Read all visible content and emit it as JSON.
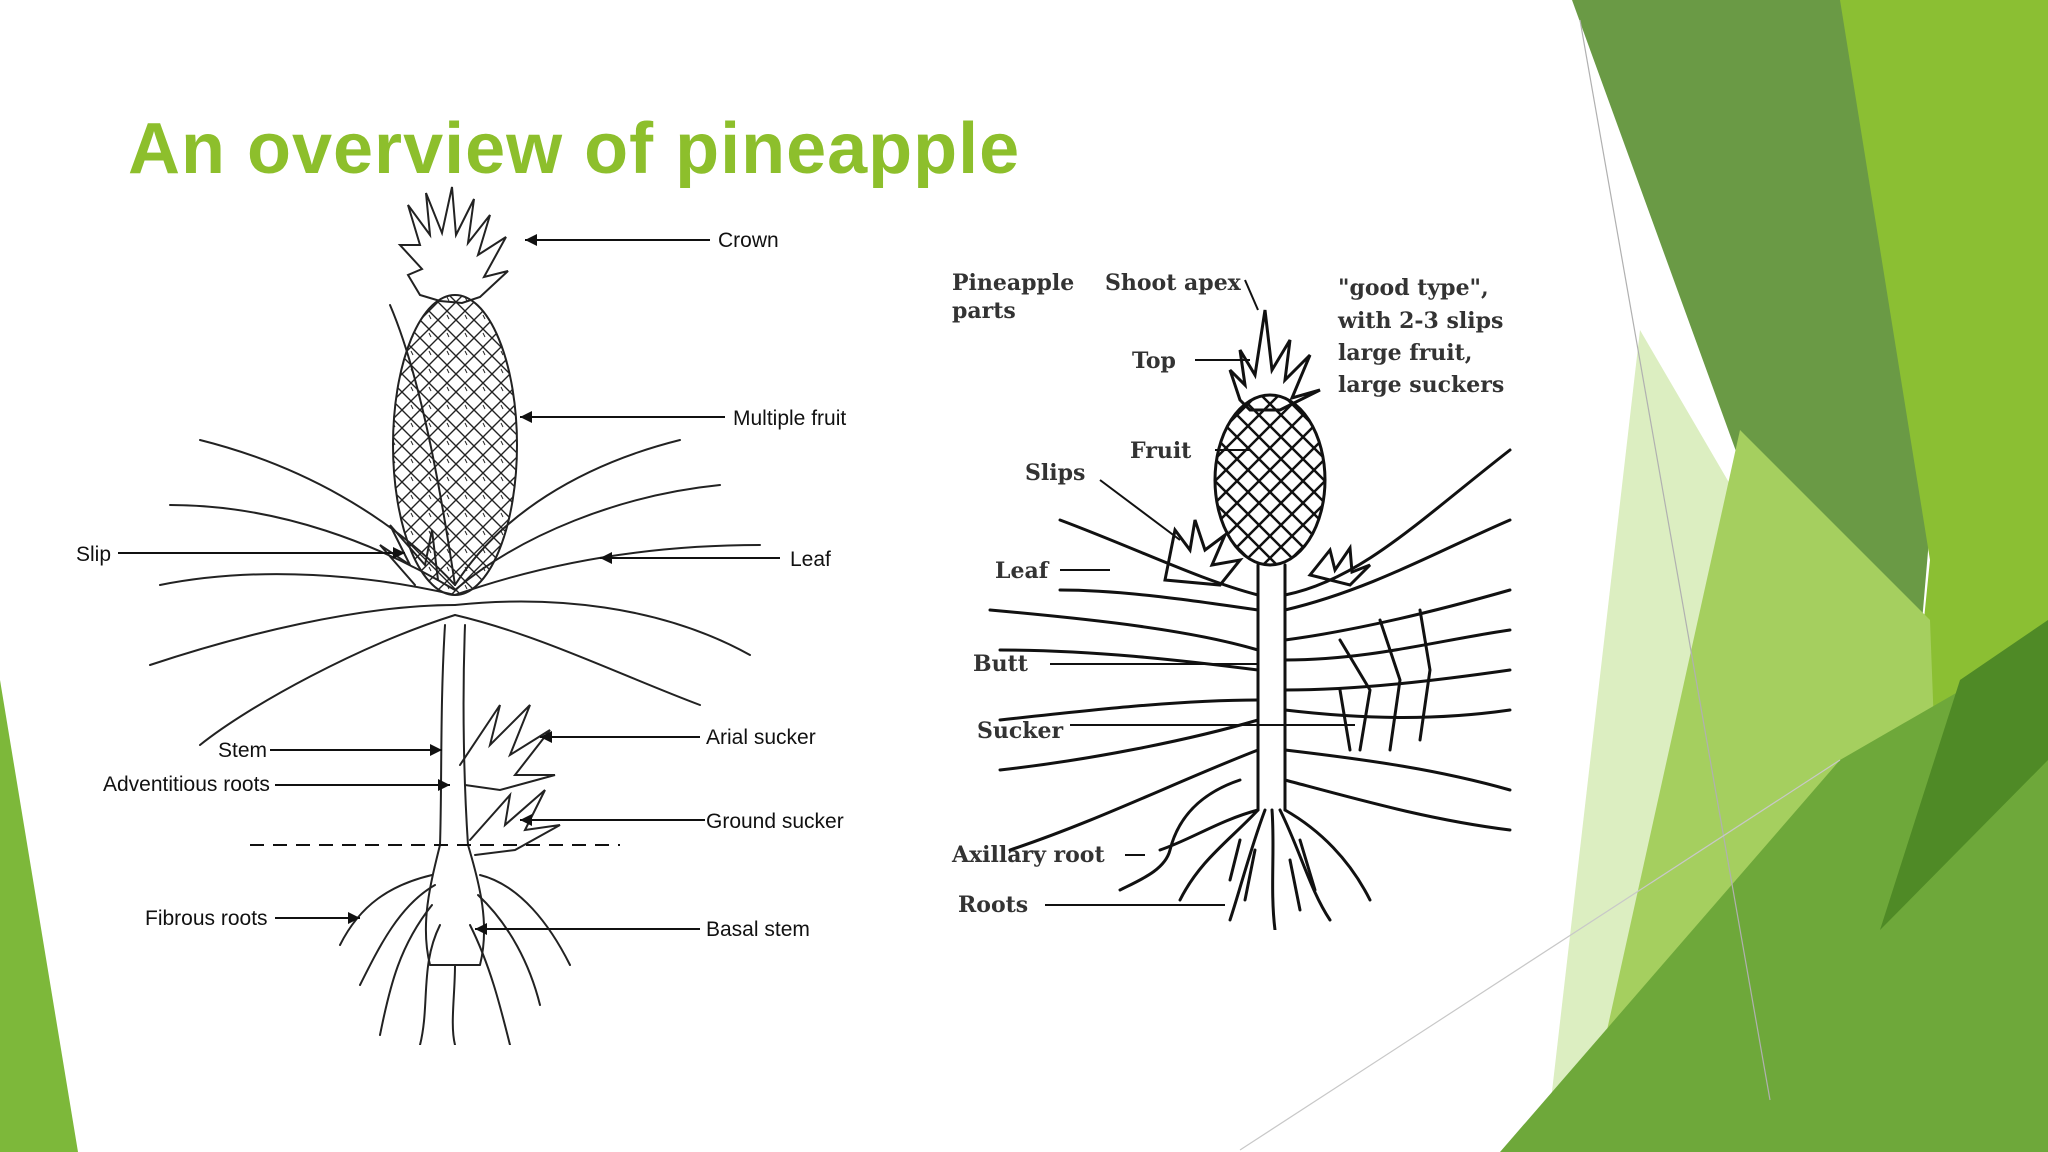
{
  "slide": {
    "title": "An overview of pineapple",
    "theme_colors": {
      "title": "#8dbf2c",
      "green_dark": "#5f8d3a",
      "green_mid": "#78b43c",
      "green_light": "#95c43a",
      "green_pale": "#dceec1"
    }
  },
  "left_diagram": {
    "labels": {
      "crown": "Crown",
      "multiple_fruit": "Multiple fruit",
      "slip": "Slip",
      "leaf": "Leaf",
      "arial_sucker": "Arial sucker",
      "stem": "Stem",
      "adventitious_roots": "Adventitious roots",
      "ground_sucker": "Ground sucker",
      "fibrous_roots": "Fibrous roots",
      "basal_stem": "Basal stem"
    }
  },
  "right_diagram": {
    "heading_line1": "Pineapple",
    "heading_line2": "parts",
    "note_lines": [
      "\"good type\",",
      "with 2-3 slips",
      "large fruit,",
      "large suckers"
    ],
    "labels": {
      "shoot_apex": "Shoot apex",
      "top": "Top",
      "fruit": "Fruit",
      "slips": "Slips",
      "leaf": "Leaf",
      "butt": "Butt",
      "sucker": "Sucker",
      "axillary_root": "Axillary root",
      "roots": "Roots"
    }
  }
}
